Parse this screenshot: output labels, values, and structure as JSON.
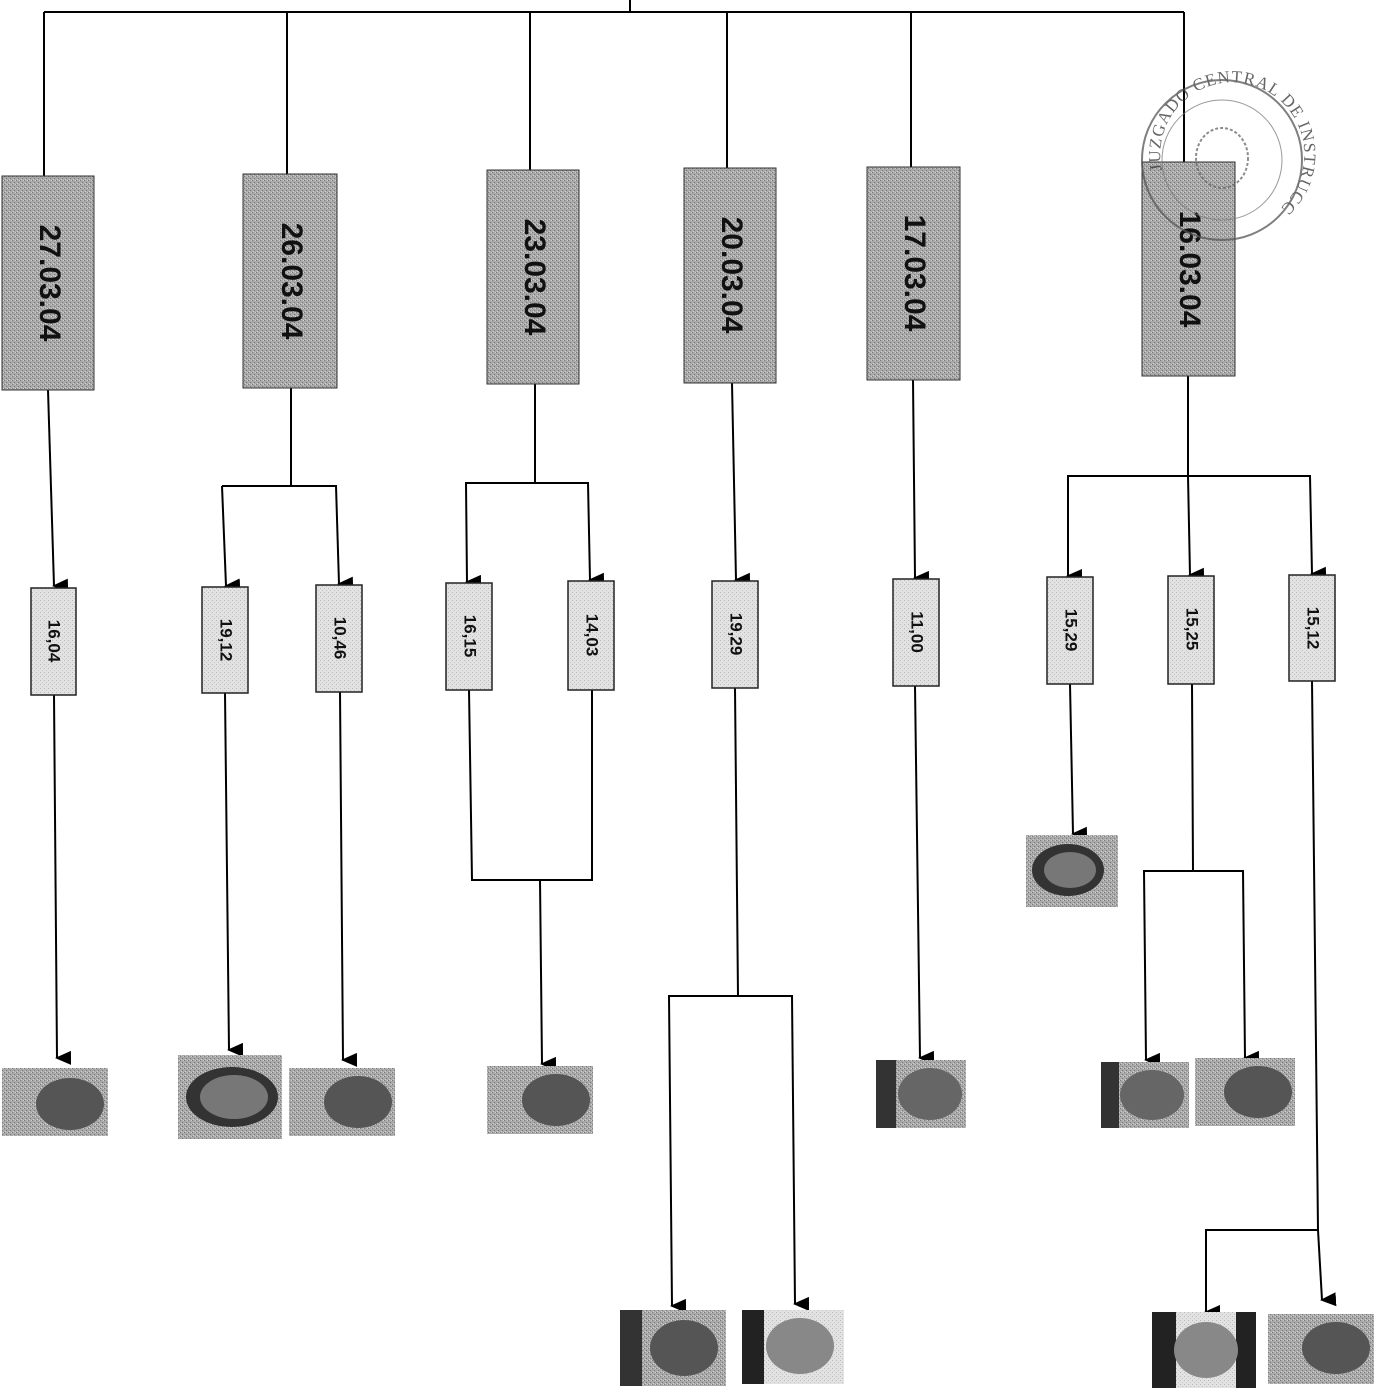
{
  "dates": [
    "27.03.04",
    "26.03.04",
    "23.03.04",
    "20.03.04",
    "17.03.04",
    "16.03.04"
  ],
  "times": [
    "16,04",
    "19,12",
    "10,46",
    "16,15",
    "14,03",
    "19,29",
    "11,00",
    "15,29",
    "15,25",
    "15,12"
  ],
  "stamp": {
    "text": "JUZGADO CENTRAL DE INSTRUCCIÓN"
  },
  "colors": {
    "date_box": "#a3a3a3",
    "time_box": "#dcdcdc",
    "line": "#000000",
    "stamp": "#555555"
  }
}
